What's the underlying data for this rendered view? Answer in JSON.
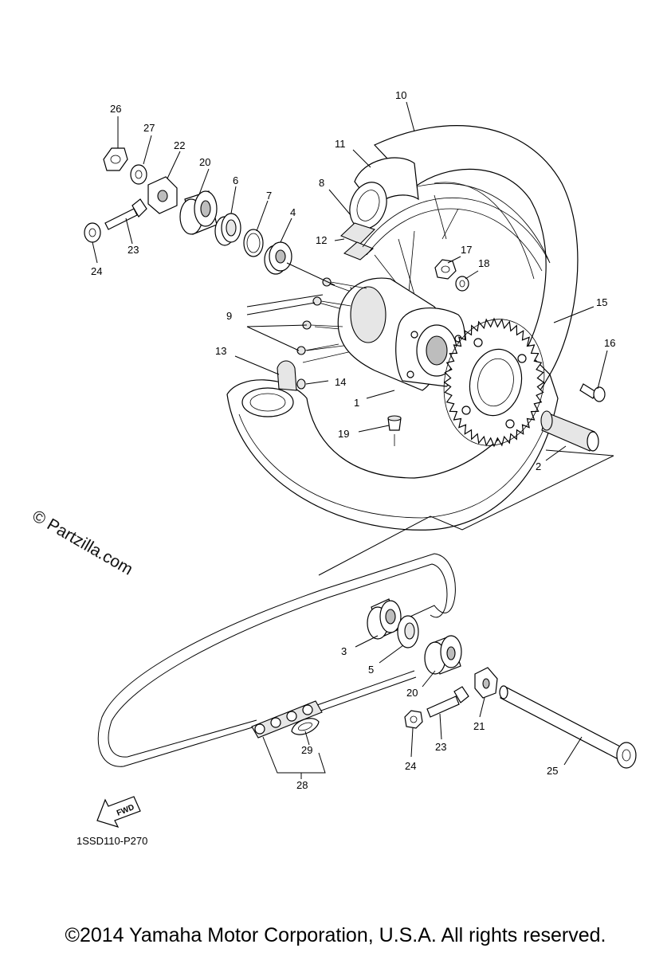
{
  "callouts": {
    "c1": "1",
    "c2": "2",
    "c3": "3",
    "c4": "4",
    "c5": "5",
    "c6": "6",
    "c7": "7",
    "c8": "8",
    "c9": "9",
    "c10": "10",
    "c11": "11",
    "c12": "12",
    "c13": "13",
    "c14": "14",
    "c15": "15",
    "c16": "16",
    "c17": "17",
    "c18": "18",
    "c19": "19",
    "c20a": "20",
    "c20b": "20",
    "c21": "21",
    "c22": "22",
    "c23a": "23",
    "c23b": "23",
    "c24a": "24",
    "c24b": "24",
    "c25": "25",
    "c26": "26",
    "c27": "27",
    "c28": "28",
    "c29": "29"
  },
  "fwd_label": "FWD",
  "figure_code": "1SSD110-P270",
  "watermark": "© Partzilla.com",
  "copyright": "©2014 Yamaha Motor Corporation, U.S.A. All rights reserved."
}
